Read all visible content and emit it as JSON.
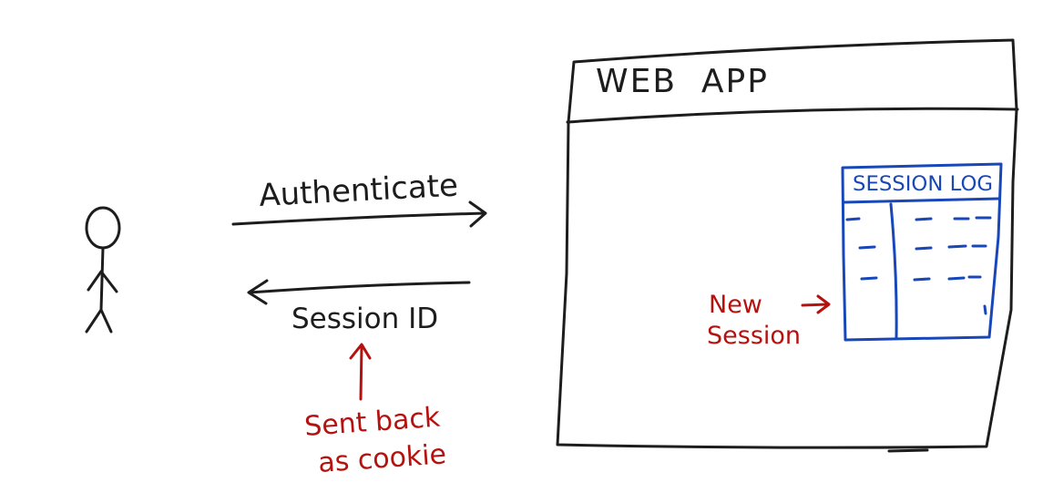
{
  "diagram": {
    "webapp_title": "WEB  APP",
    "session_log_title": "SESSION LOG",
    "authenticate_label": "Authenticate",
    "session_id_label": "Session ID",
    "sent_back_line1": "Sent back",
    "sent_back_line2": "as cookie",
    "new_session_line1": "New",
    "new_session_line2": "Session"
  },
  "colors": {
    "ink": "#1d1d1d",
    "annotation": "#b5120f",
    "log": "#1747b8",
    "background": "#ffffff"
  }
}
